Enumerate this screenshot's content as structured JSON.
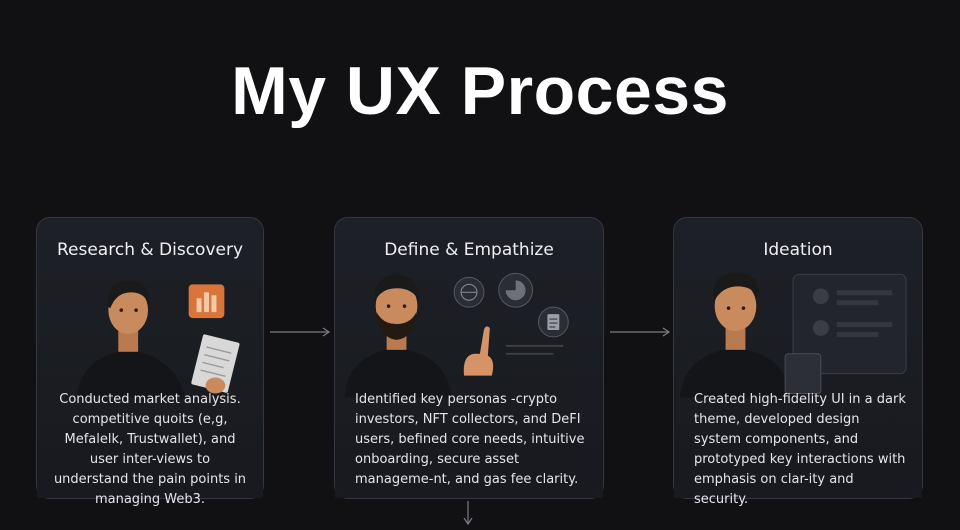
{
  "title": "My UX Process",
  "steps": [
    {
      "title": "Research & Discovery",
      "description": "Conducted market analysis. competitive quoits (e,g, Mefalelk, Trustwallet), and user inter-views to understand the pain points in managing Web3."
    },
    {
      "title": "Define & Empathize",
      "description": "Identified key personas -crypto investors, NFT collectors, and DeFI users, befined core needs, intuitive onboarding, secure asset manageme-nt, and gas fee clarity."
    },
    {
      "title": "Ideation",
      "description": "Created high-fidelity UI in a dark theme, developed design system components, and prototyped key interactions with emphasis on clar-ity and security."
    }
  ],
  "colors": {
    "background": "#111114",
    "card": "#1b1d22",
    "card_border": "#34373f",
    "accent_orange": "#d9743a",
    "skin": "#c98a5e",
    "hair": "#1a1a1a"
  },
  "icons": [
    "bar-chart-icon",
    "globe-icon",
    "chart-pie-icon",
    "checklist-icon",
    "arrow-right-icon",
    "arrow-down-icon"
  ]
}
